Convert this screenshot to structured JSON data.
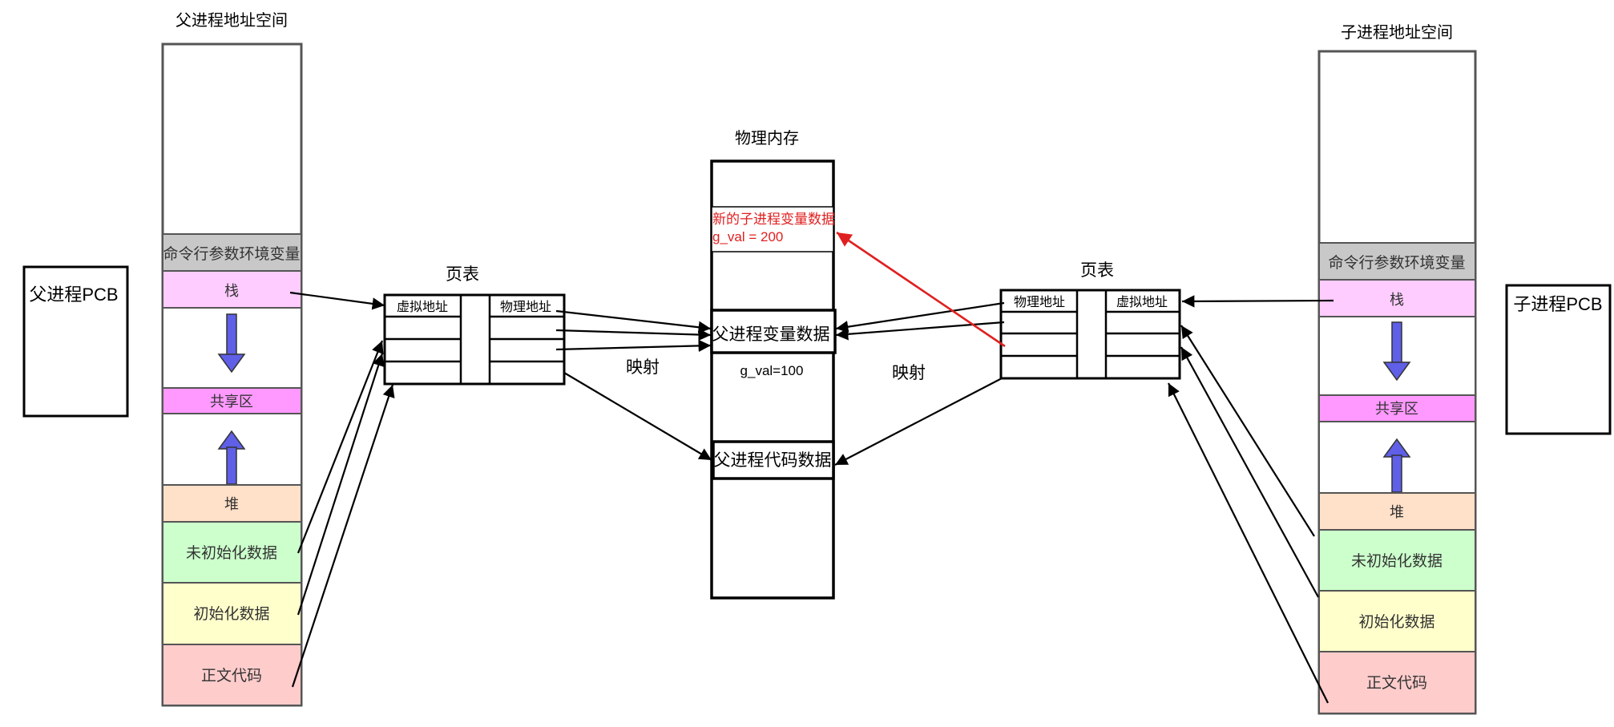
{
  "parent": {
    "title": "父进程地址空间",
    "pcb_label": "父进程PCB",
    "segments": {
      "env": "命令行参数环境变量",
      "stack": "栈",
      "shared": "共享区",
      "heap": "堆",
      "bss": "未初始化数据",
      "data": "初始化数据",
      "text": "正文代码"
    },
    "page_table": {
      "title": "页表",
      "header_virtual": "虚拟地址",
      "header_physical": "物理地址"
    }
  },
  "child": {
    "title": "子进程地址空间",
    "pcb_label": "子进程PCB",
    "segments": {
      "env": "命令行参数环境变量",
      "stack": "栈",
      "shared": "共享区",
      "heap": "堆",
      "bss": "未初始化数据",
      "data": "初始化数据",
      "text": "正文代码"
    },
    "page_table": {
      "title": "页表",
      "header_physical": "物理地址",
      "header_virtual": "虚拟地址"
    }
  },
  "physical_memory": {
    "title": "物理内存",
    "new_child_data_line1": "新的子进程变量数据",
    "new_child_data_line2": "g_val = 200",
    "parent_var_data": "父进程变量数据",
    "parent_gval": "g_val=100",
    "parent_code_data": "父进程代码数据"
  },
  "mapping_left": "映射",
  "mapping_right": "映射",
  "colors": {
    "env": "#c8c8c8",
    "stack": "#ffccff",
    "shared": "#ff99ff",
    "heap": "#ffe0c8",
    "bss": "#ccffcc",
    "data": "#ffffcc",
    "text": "#ffcccc",
    "arrow_blue": "#5f5fe8",
    "highlight": "#e02020"
  }
}
